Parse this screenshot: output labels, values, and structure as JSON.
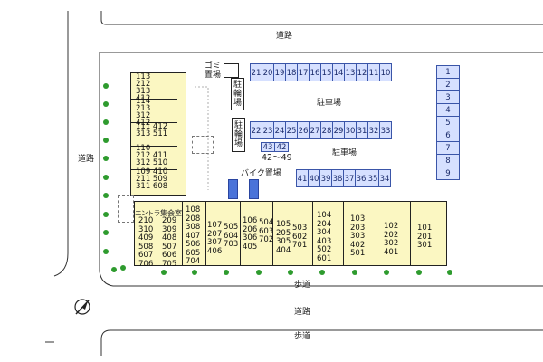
{
  "labels": {
    "road_top": "道路",
    "road_left": "道路",
    "road_bottom": "道路",
    "sidewalk_1": "歩道",
    "sidewalk_2": "歩道",
    "parking_1": "駐車場",
    "parking_2": "駐車場",
    "garbage": "ゴミ\n置場",
    "bicycle_1": "駐\n輪\n場",
    "bicycle_2": "駐\n輪\n場",
    "bike_area": "バイク置場",
    "range_note": "42〜49",
    "entrance": "エントランス",
    "hall": "集会室"
  },
  "parking": {
    "top_row": [
      "21",
      "20",
      "19",
      "18",
      "17",
      "16",
      "15",
      "14",
      "13",
      "12",
      "11",
      "10"
    ],
    "mid_row": [
      "22",
      "23",
      "24",
      "25",
      "26",
      "27",
      "28",
      "29",
      "30",
      "31",
      "32",
      "33"
    ],
    "bottom_row": [
      "41",
      "40",
      "39",
      "38",
      "37",
      "36",
      "35",
      "34"
    ],
    "small": [
      "43",
      "42"
    ],
    "right_col": [
      "1",
      "2",
      "3",
      "4",
      "5",
      "6",
      "7",
      "8",
      "9"
    ]
  },
  "west_units": [
    "113\n212\n313\n412",
    "114\n213\n312\n412",
    "111 412\n313 511",
    "110\n212 411\n312 510",
    "109 410\n211 509\n311 608"
  ],
  "south_units": [
    "210\n310\n409\n508\n607\n706",
    "209\n309\n408\n507\n606\n705",
    "108\n208\n308\n407\n506\n605\n704",
    "107\n207\n307\n406",
    "505\n604\n703",
    "106\n206\n306\n405",
    "504\n603\n702",
    "105\n205\n305\n404",
    "503\n602\n701",
    "104\n204\n304\n403\n502\n601",
    "103\n203\n303\n402\n501",
    "102\n202\n302\n401",
    "101\n201\n301"
  ]
}
